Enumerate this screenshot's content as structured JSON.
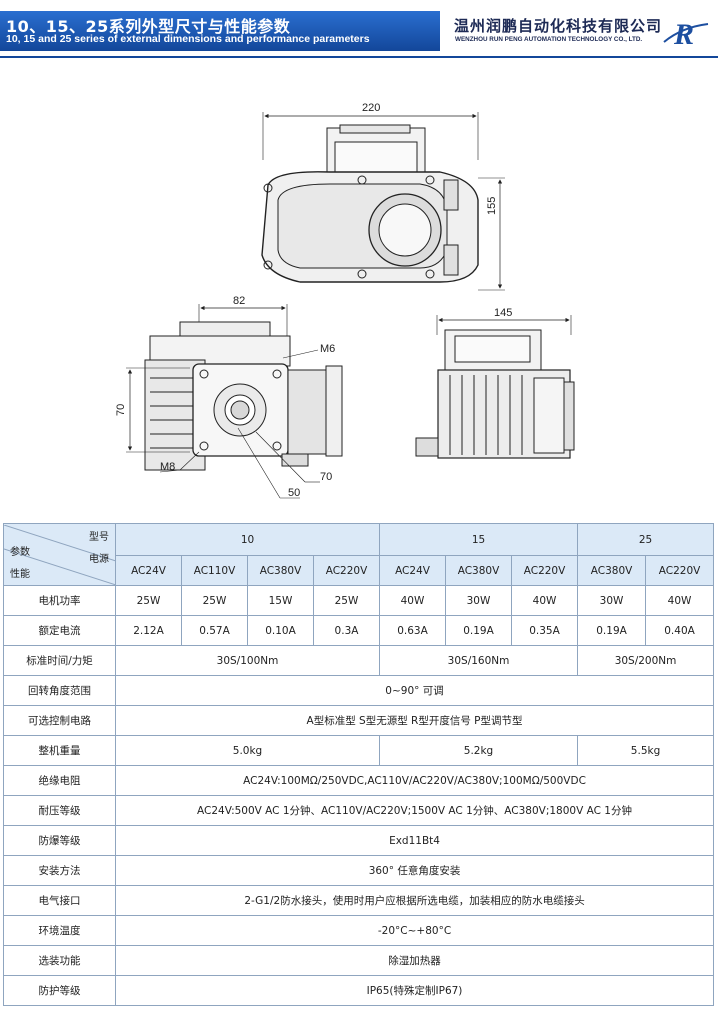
{
  "header": {
    "title_cn": "10、15、25系列外型尺寸与性能参数",
    "title_en": "10, 15 and 25 series of external dimensions and performance parameters",
    "company_cn": "温州润鹏自动化科技有限公司",
    "company_en": "WENZHOU RUN PENG AUTOMATION TECHNOLOGY CO., LTD.",
    "logo_text": "R"
  },
  "colors": {
    "title_bar": "#1a55b0",
    "company_text": "#1d2a55",
    "table_header_bg": "#dbe9f7",
    "logo": "#1d4fa0"
  },
  "drawings": {
    "top_view": {
      "width_dim": "220",
      "height_dim": "155"
    },
    "front_view": {
      "top_dim": "82",
      "left_dim": "70",
      "thread_top": "M6",
      "thread_bottom": "M8",
      "bottom_dim_1": "70",
      "bottom_dim_2": "50"
    },
    "side_view": {
      "width_dim": "145"
    }
  },
  "table": {
    "corner": {
      "model": "型号",
      "param": "参数",
      "power": "电源",
      "perf": "性能"
    },
    "series": [
      {
        "name": "10",
        "supplies": [
          "AC24V",
          "AC110V",
          "AC380V",
          "AC220V"
        ]
      },
      {
        "name": "15",
        "supplies": [
          "AC24V",
          "AC380V",
          "AC220V"
        ]
      },
      {
        "name": "25",
        "supplies": [
          "AC380V",
          "AC220V"
        ]
      }
    ],
    "rows": [
      {
        "label": "电机功率",
        "cells": [
          "25W",
          "25W",
          "15W",
          "25W",
          "40W",
          "30W",
          "40W",
          "30W",
          "40W"
        ]
      },
      {
        "label": "额定电流",
        "cells": [
          "2.12A",
          "0.57A",
          "0.10A",
          "0.3A",
          "0.63A",
          "0.19A",
          "0.35A",
          "0.19A",
          "0.40A"
        ]
      },
      {
        "label": "标准时间/力矩",
        "groups": [
          "30S/100Nm",
          "30S/160Nm",
          "30S/200Nm"
        ]
      },
      {
        "label": "回转角度范围",
        "value": "0~90° 可调"
      },
      {
        "label": "可选控制电路",
        "value": "A型标准型  S型无源型  R型开度信号  P型调节型"
      },
      {
        "label": "整机重量",
        "groups": [
          "5.0kg",
          "5.2kg",
          "5.5kg"
        ]
      },
      {
        "label": "绝缘电阻",
        "value": "AC24V:100MΩ/250VDC,AC110V/AC220V/AC380V;100MΩ/500VDC"
      },
      {
        "label": "耐压等级",
        "value": "AC24V:500V AC 1分钟、AC110V/AC220V;1500V AC 1分钟、AC380V;1800V AC 1分钟"
      },
      {
        "label": "防爆等级",
        "value": "Exd11Bt4"
      },
      {
        "label": "安装方法",
        "value": "360° 任意角度安装"
      },
      {
        "label": "电气接口",
        "value": "2-G1/2防水接头，使用时用户应根据所选电缆，加装相应的防水电缆接头"
      },
      {
        "label": "环境温度",
        "value": "-20°C~+80°C"
      },
      {
        "label": "选装功能",
        "value": "除湿加热器"
      },
      {
        "label": "防护等级",
        "value": "IP65(特殊定制IP67)"
      }
    ]
  }
}
